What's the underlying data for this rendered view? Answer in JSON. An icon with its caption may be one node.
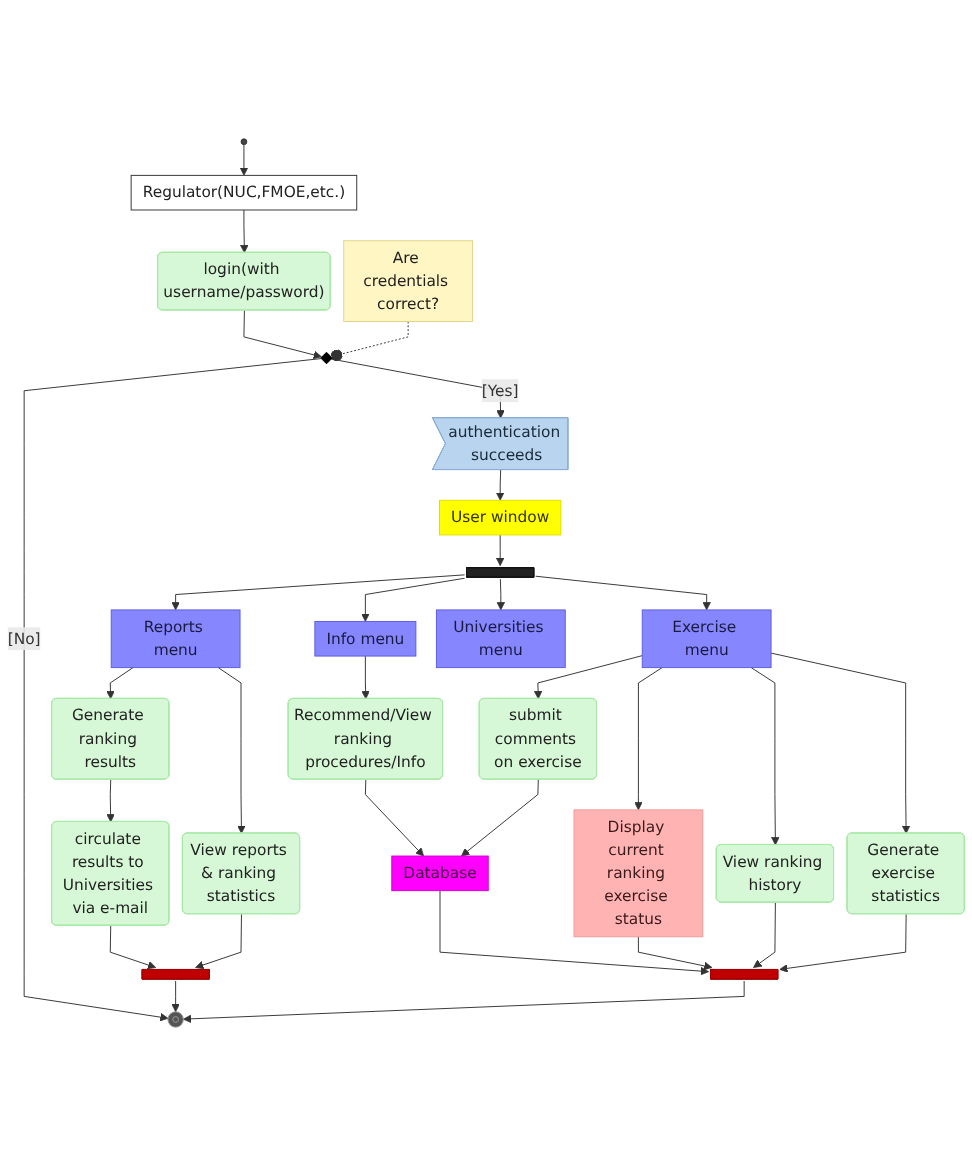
{
  "diagram": {
    "nodes": [
      {
        "text": [],
        "shape": "bar"
      },
      {
        "text": [],
        "shape": "circle"
      },
      {
        "text": [
          "circulate results to Universities via e-mail"
        ]
      },
      {
        "text": [],
        "shape": "circle"
      },
      {
        "text": [
          "Regulator(NUC,FMOE,etc.)"
        ]
      },
      {
        "text": [
          "View reports & ranking statistics"
        ]
      },
      {
        "text": [
          "login(with username/password)"
        ]
      },
      {
        "text": [
          "Generate ranking results"
        ]
      },
      {
        "text": [
          "Are credentials correct?"
        ]
      },
      {
        "text": [],
        "shape": "diamond"
      },
      {
        "text": [
          "Reports menu"
        ]
      },
      {
        "text": [
          "authentication succeeds"
        ]
      },
      {
        "text": [
          "User window"
        ]
      },
      {
        "text": [
          "Recommend/View ranking procedures/Info"
        ]
      },
      {
        "text": [],
        "shape": "bar"
      },
      {
        "text": [
          "Universities menu"
        ]
      },
      {
        "text": [
          "Info menu"
        ]
      },
      {
        "text": [
          "Exercise menu"
        ]
      },
      {
        "text": [
          "submit comments on exercise"
        ]
      },
      {
        "text": [
          "Database"
        ]
      },
      {
        "text": [
          "Display current ranking exercise status"
        ]
      },
      {
        "text": [
          "Generate exercise statistics"
        ]
      },
      {
        "text": [
          "View ranking history"
        ]
      },
      {
        "text": [],
        "shape": "bar"
      }
    ],
    "edges": [
      {
        "from": 2,
        "to": 0,
        "arrow": "to"
      },
      {
        "from": 5,
        "to": 0,
        "arrow": "to"
      },
      {
        "from": 0,
        "to": 1,
        "arrow": "to"
      },
      {
        "from": 3,
        "to": 4,
        "arrow": "to"
      },
      {
        "from": 4,
        "to": 6,
        "arrow": "to"
      },
      {
        "from": 8,
        "to": 9,
        "arrow": "other",
        "style": "dashed"
      },
      {
        "from": 6,
        "to": 9,
        "arrow": "to"
      },
      {
        "from": 9,
        "to": 1,
        "arrow": "to",
        "label": "[No]"
      },
      {
        "from": 7,
        "to": 2,
        "arrow": "to"
      },
      {
        "from": 10,
        "to": 7,
        "arrow": "to"
      },
      {
        "from": 10,
        "to": 5,
        "arrow": "to"
      },
      {
        "from": 9,
        "to": 11,
        "arrow": "to",
        "label": "[Yes]"
      },
      {
        "from": 11,
        "to": 12,
        "arrow": "to"
      },
      {
        "from": 12,
        "to": 14,
        "arrow": "to"
      },
      {
        "from": 14,
        "to": 10,
        "arrow": "to"
      },
      {
        "from": 14,
        "to": 16,
        "arrow": "to"
      },
      {
        "from": 16,
        "to": 13,
        "arrow": "to"
      },
      {
        "from": 13,
        "to": 19,
        "arrow": "to"
      },
      {
        "from": 14,
        "to": 15,
        "arrow": "to"
      },
      {
        "from": 14,
        "to": 17,
        "arrow": "to"
      },
      {
        "from": 17,
        "to": 18,
        "arrow": "to"
      },
      {
        "from": 18,
        "to": 19,
        "arrow": "to"
      },
      {
        "from": 17,
        "to": 20,
        "arrow": "to"
      },
      {
        "from": 17,
        "to": 22,
        "arrow": "to"
      },
      {
        "from": 17,
        "to": 21,
        "arrow": "to"
      },
      {
        "from": 21,
        "to": 23,
        "arrow": "to"
      },
      {
        "from": 19,
        "to": 23,
        "arrow": "to"
      },
      {
        "from": 22,
        "to": 23,
        "arrow": "to"
      },
      {
        "from": 20,
        "to": 23,
        "arrow": "to"
      },
      {
        "from": 23,
        "to": 1,
        "arrow": "to"
      }
    ]
  }
}
